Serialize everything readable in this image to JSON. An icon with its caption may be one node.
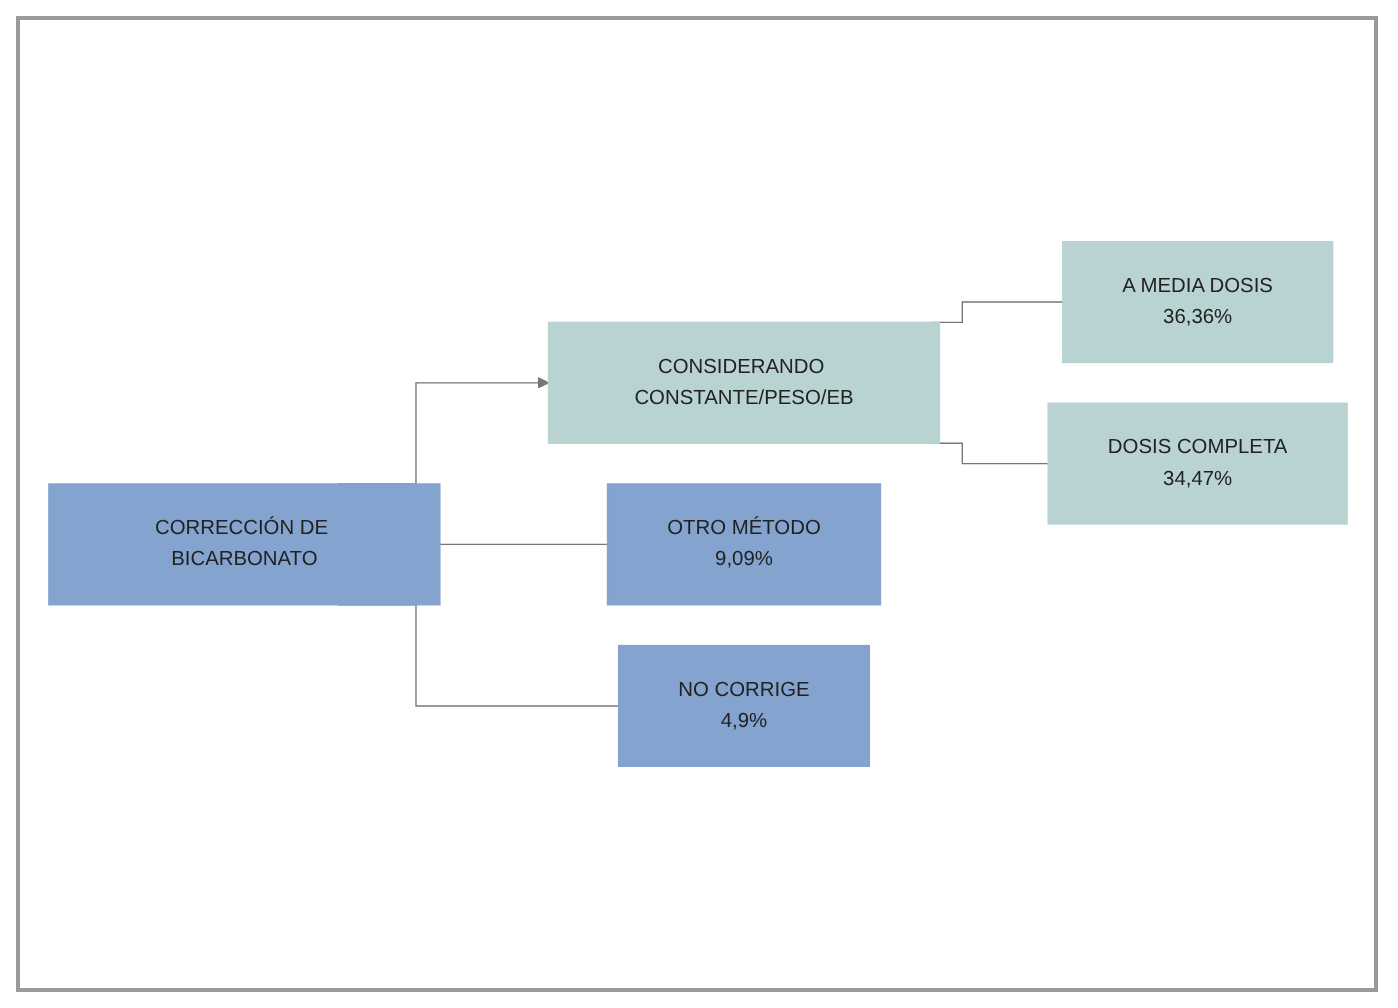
{
  "diagram": {
    "nodes": [
      {
        "text": [
          "CONSIDERANDO CONSTANTE/PESO/EB"
        ]
      },
      {
        "text": [
          "CORRECCIÓN DE BICARBONATO"
        ]
      },
      {
        "text": [
          "A MEDIA DOSIS",
          "36,36%"
        ]
      },
      {
        "text": [
          "DOSIS COMPLETA",
          "34,47%"
        ]
      },
      {
        "text": [
          "OTRO MÉTODO",
          "9,09%"
        ]
      },
      {
        "text": [
          "NO CORRIGE",
          "4,9%"
        ]
      }
    ],
    "edges": [
      {
        "from": 1,
        "to": 0,
        "arrow": "to"
      },
      {
        "from": 0,
        "to": 2,
        "arrow": "none"
      },
      {
        "from": 0,
        "to": 3,
        "arrow": "none"
      },
      {
        "from": 1,
        "to": 4,
        "arrow": "none"
      },
      {
        "from": 1,
        "to": 5,
        "arrow": "none"
      }
    ]
  }
}
